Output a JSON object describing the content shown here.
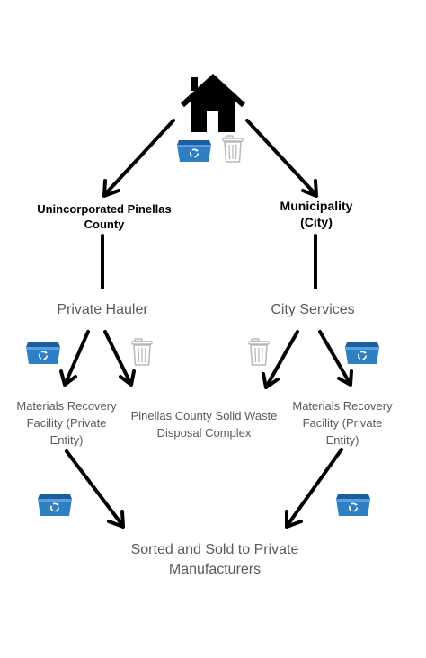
{
  "nodes": {
    "unincorporated": "Unincorporated Pinellas County",
    "municipality": "Municipality (City)",
    "private_hauler": "Private Hauler",
    "city_services": "City Services",
    "mrf_left": "Materials Recovery Facility (Private Entity)",
    "solid_waste_complex": "Pinellas County Solid Waste Disposal Complex",
    "mrf_right": "Materials Recovery Facility (Private Entity)",
    "sorted_sold": "Sorted and Sold to Private Manufacturers"
  },
  "icons": {
    "home": "house-icon",
    "recycle_bin": "recycling-bin-icon",
    "trash_can": "trash-can-icon"
  },
  "colors": {
    "recycle_bin": "#2f7fc4",
    "recycle_bin_dark": "#1d5f9e",
    "trash_can": "#b8b8b8",
    "arrow": "#000000",
    "text": "#5a5a5a"
  }
}
